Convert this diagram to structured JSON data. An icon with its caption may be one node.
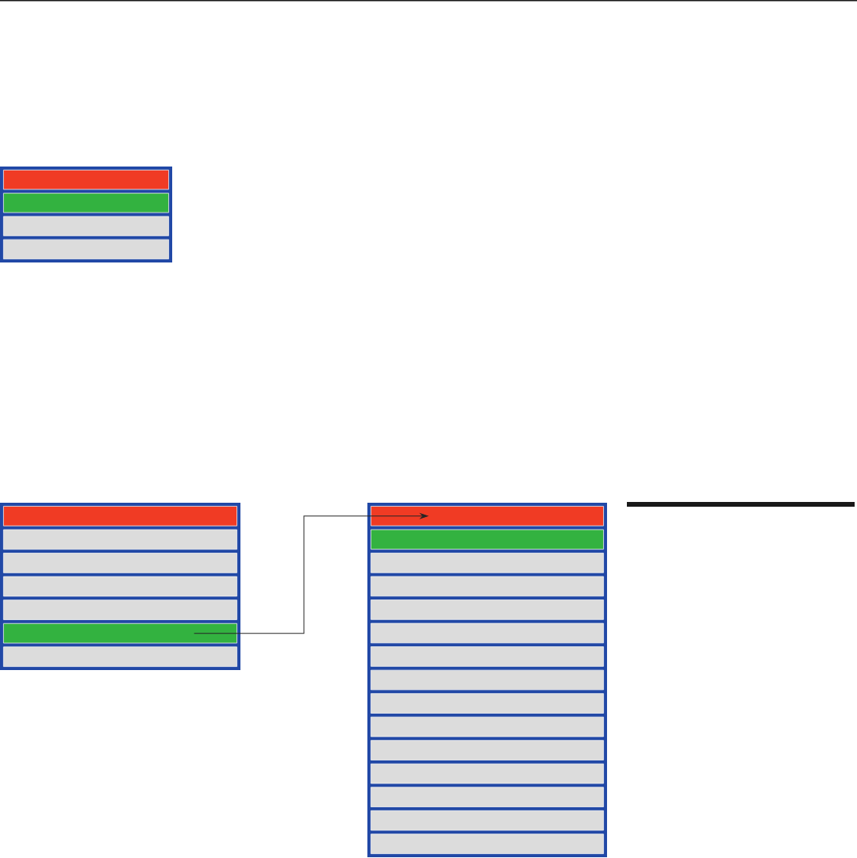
{
  "diagram": {
    "nodes": [
      {
        "text": [],
        "shape": "box"
      },
      {
        "text": [],
        "shape": "bar",
        "in": 0
      },
      {
        "text": [],
        "shape": "bar",
        "in": 0
      },
      {
        "text": [],
        "shape": "bar",
        "in": 0
      },
      {
        "text": [],
        "shape": "bar",
        "in": 0
      },
      {
        "text": [],
        "shape": "box"
      },
      {
        "text": [],
        "shape": "bar",
        "in": 5
      },
      {
        "text": [],
        "shape": "bar",
        "in": 5
      },
      {
        "text": [],
        "shape": "bar",
        "in": 5
      },
      {
        "text": [],
        "shape": "bar",
        "in": 5
      },
      {
        "text": [],
        "shape": "bar",
        "in": 5
      },
      {
        "text": [],
        "shape": "bar",
        "in": 5
      },
      {
        "text": [],
        "shape": "bar",
        "in": 5
      },
      {
        "text": [],
        "shape": "box"
      },
      {
        "text": [],
        "shape": "bar",
        "in": 13
      },
      {
        "text": [],
        "shape": "bar",
        "in": 13
      },
      {
        "text": [],
        "shape": "bar",
        "in": 13
      },
      {
        "text": [],
        "shape": "bar",
        "in": 13
      },
      {
        "text": [],
        "shape": "bar",
        "in": 13
      },
      {
        "text": [],
        "shape": "bar",
        "in": 13
      },
      {
        "text": [],
        "shape": "bar",
        "in": 13
      },
      {
        "text": [],
        "shape": "bar",
        "in": 13
      },
      {
        "text": [],
        "shape": "bar",
        "in": 13
      },
      {
        "text": [],
        "shape": "bar",
        "in": 13
      },
      {
        "text": [],
        "shape": "bar",
        "in": 13
      },
      {
        "text": [],
        "shape": "bar",
        "in": 13
      },
      {
        "text": [],
        "shape": "bar",
        "in": 13
      },
      {
        "text": [],
        "shape": "bar",
        "in": 13
      },
      {
        "text": [],
        "shape": "bar",
        "in": 13
      }
    ],
    "edges": [
      {
        "from": 11,
        "to": 14,
        "arrow": "to"
      }
    ]
  }
}
